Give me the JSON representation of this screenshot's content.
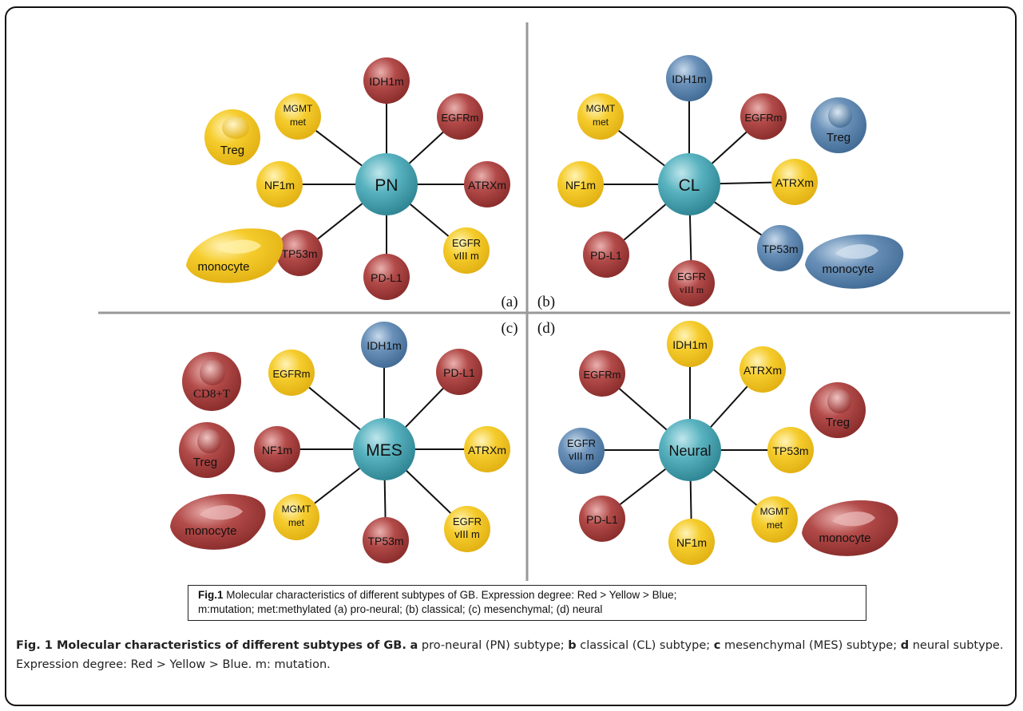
{
  "colors": {
    "hub": "#4aa7b5",
    "red": "#a9403f",
    "yellow": "#f2c521",
    "blue": "#5d86b0",
    "line": "#111111",
    "divider": "#999999"
  },
  "panel_labels": [
    "(a)",
    "(b)",
    "(c)",
    "(d)"
  ],
  "panels": [
    {
      "id": "a",
      "hub": "PN",
      "nodes": [
        {
          "label": "IDH1m",
          "color": "red"
        },
        {
          "label": "EGFRm",
          "color": "red"
        },
        {
          "label": "ATRXm",
          "color": "red"
        },
        {
          "label": "EGFR vIII m",
          "color": "yellow"
        },
        {
          "label": "PD-L1",
          "color": "red"
        },
        {
          "label": "TP53m",
          "color": "red"
        },
        {
          "label": "NF1m",
          "color": "yellow"
        },
        {
          "label": "MGMT met",
          "color": "yellow"
        }
      ],
      "cells": [
        {
          "label": "Treg",
          "color": "yellow",
          "shape": "round"
        },
        {
          "label": "monocyte",
          "color": "yellow",
          "shape": "blob"
        }
      ]
    },
    {
      "id": "b",
      "hub": "CL",
      "nodes": [
        {
          "label": "IDH1m",
          "color": "blue"
        },
        {
          "label": "EGFRm",
          "color": "red"
        },
        {
          "label": "ATRXm",
          "color": "yellow"
        },
        {
          "label": "TP53m",
          "color": "blue"
        },
        {
          "label": "EGFR vIII m",
          "color": "red"
        },
        {
          "label": "PD-L1",
          "color": "red"
        },
        {
          "label": "NF1m",
          "color": "yellow"
        },
        {
          "label": "MGMT met",
          "color": "yellow"
        }
      ],
      "cells": [
        {
          "label": "Treg",
          "color": "blue",
          "shape": "round"
        },
        {
          "label": "monocyte",
          "color": "blue",
          "shape": "blob"
        }
      ]
    },
    {
      "id": "c",
      "hub": "MES",
      "nodes": [
        {
          "label": "IDH1m",
          "color": "blue"
        },
        {
          "label": "PD-L1",
          "color": "red"
        },
        {
          "label": "ATRXm",
          "color": "yellow"
        },
        {
          "label": "EGFR vIII m",
          "color": "yellow"
        },
        {
          "label": "TP53m",
          "color": "red"
        },
        {
          "label": "MGMT met",
          "color": "yellow"
        },
        {
          "label": "NF1m",
          "color": "red"
        },
        {
          "label": "EGFRm",
          "color": "yellow"
        }
      ],
      "cells": [
        {
          "label": "CD8+T",
          "color": "red",
          "shape": "round"
        },
        {
          "label": "Treg",
          "color": "red",
          "shape": "round"
        },
        {
          "label": "monocyte",
          "color": "red",
          "shape": "blob"
        }
      ]
    },
    {
      "id": "d",
      "hub": "Neural",
      "nodes": [
        {
          "label": "IDH1m",
          "color": "yellow"
        },
        {
          "label": "ATRXm",
          "color": "yellow"
        },
        {
          "label": "TP53m",
          "color": "yellow"
        },
        {
          "label": "MGMT met",
          "color": "yellow"
        },
        {
          "label": "NF1m",
          "color": "yellow"
        },
        {
          "label": "PD-L1",
          "color": "red"
        },
        {
          "label": "EGFR vIII m",
          "color": "blue"
        },
        {
          "label": "EGFRm",
          "color": "red"
        }
      ],
      "cells": [
        {
          "label": "Treg",
          "color": "red",
          "shape": "round"
        },
        {
          "label": "monocyte",
          "color": "red",
          "shape": "blob"
        }
      ]
    }
  ],
  "legend": {
    "title": "Fig.1",
    "line1": "Molecular characteristics of different subtypes of GB.  Expression degree: Red > Yellow > Blue;",
    "line2": "m:mutation;  met:methylated  (a) pro-neural; (b) classical; (c) mesenchymal; (d) neural"
  },
  "caption": {
    "title": "Fig. 1 Molecular characteristics of different subtypes of GB.",
    "a_letter": "a",
    "a_text": " pro-neural (PN) subtype; ",
    "b_letter": "b",
    "b_text": " classical (CL) subtype; ",
    "c_letter": "c",
    "c_text": " mesenchymal (MES) subtype; ",
    "d_letter": "d",
    "d_text": " neural subtype. Expression degree: Red > Yellow > Blue. m: mutation."
  }
}
